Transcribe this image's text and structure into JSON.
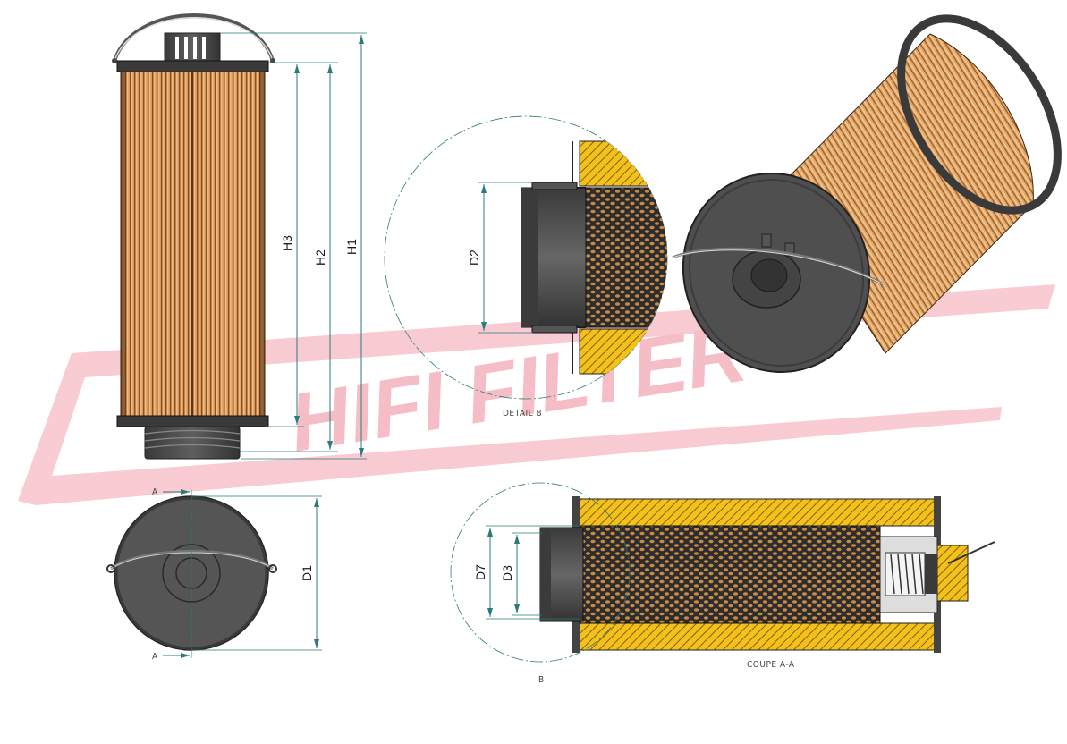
{
  "watermark": {
    "text": "HIFI FILTER",
    "color": "#f7c6cd"
  },
  "colors": {
    "pleat_light": "#e9b57a",
    "pleat_dark": "#a8662e",
    "cap_gray": "#4e4e4e",
    "cap_dark": "#2a2a2a",
    "section_yellow": "#f2c21b",
    "section_hatch": "#8a5a1a",
    "dimension": "#2c7a7b"
  },
  "views": {
    "front_elevation": {
      "dimensions": {
        "h1": "H1",
        "h2": "H2",
        "h3": "H3"
      }
    },
    "top_view": {
      "dimensions": {
        "d1": "D1"
      },
      "section_marks": {
        "top": "A",
        "bottom": "A"
      }
    },
    "detail_b": {
      "caption": "DETAIL B",
      "dimensions": {
        "d2": "D2"
      }
    },
    "section_a_a": {
      "caption": "COUPE A-A",
      "dimensions": {
        "d7": "D7",
        "d3": "D3"
      },
      "detail_marker": "B"
    },
    "isometric": {}
  }
}
